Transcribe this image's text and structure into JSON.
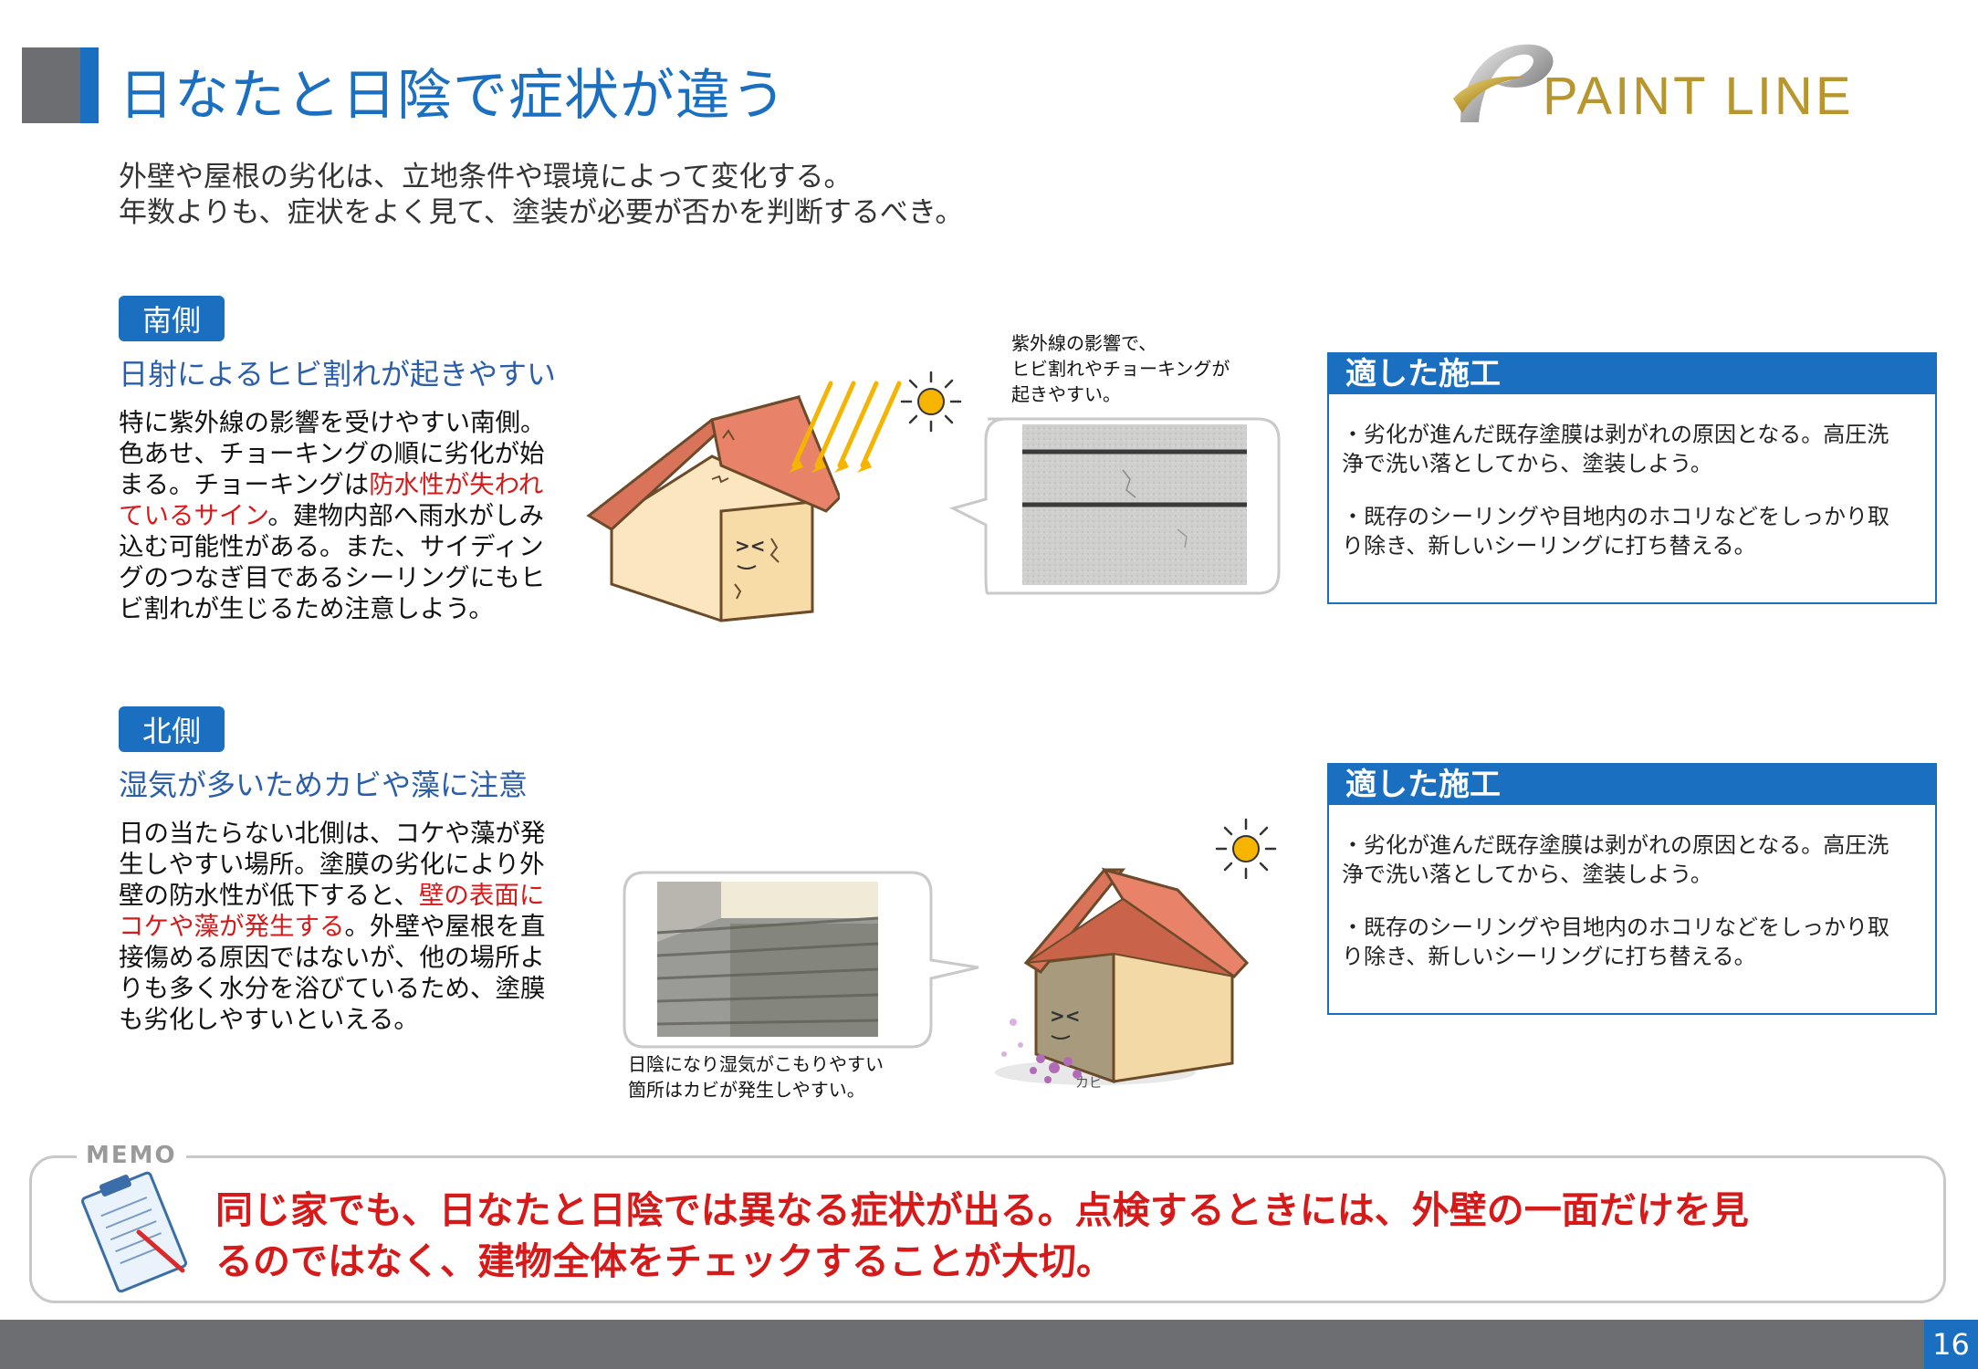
{
  "header": {
    "title": "日なたと日陰で症状が違う",
    "logo_text": "PAINT LINE",
    "brand_color": "#1a6fc0",
    "logo_color": "#b8962e"
  },
  "intro": {
    "line1": "外壁や屋根の劣化は、立地条件や環境によって変化する。",
    "line2": "年数よりも、症状をよく見て、塗装が必要が否かを判断するべき。"
  },
  "south": {
    "badge": "南側",
    "subhead": "日射によるヒビ割れが起きやすい",
    "text_a": "特に紫外線の影響を受けやすい南側。色あせ、チョーキングの順に劣化が始まる。チョーキングは",
    "text_red": "防水性が失われているサイン",
    "text_b": "。建物内部へ雨水がしみ込む可能性がある。また、サイディングのつなぎ目であるシーリングにもヒビ割れが生じるため注意しよう。",
    "caption_lines": [
      "紫外線の影響で、",
      "ヒビ割れやチョーキングが",
      "起きやすい。"
    ],
    "procedure": {
      "title": "適した施工",
      "items": [
        "・劣化が進んだ既存塗膜は剥がれの原因となる。高圧洗　浄で洗い落としてから、塗装しよう。",
        "・既存のシーリングや目地内のホコリなどをしっかり取　り除き、新しいシーリングに打ち替える。"
      ]
    }
  },
  "north": {
    "badge": "北側",
    "subhead": "湿気が多いためカビや藻に注意",
    "text_a": "日の当たらない北側は、コケや藻が発生しやすい場所。塗膜の劣化により外壁の防水性が低下すると、",
    "text_red": "壁の表面にコケや藻が発生する",
    "text_b": "。外壁や屋根を直接傷める原因ではないが、他の場所よりも多く水分を浴びているため、塗膜も劣化しやすいといえる。",
    "caption_lines": [
      "日陰になり湿気がこもりやすい",
      "箇所はカビが発生しやすい。"
    ],
    "mold_label": "カビ",
    "procedure": {
      "title": "適した施工",
      "items": [
        "・劣化が進んだ既存塗膜は剥がれの原因となる。高圧洗　浄で洗い落としてから、塗装しよう。",
        "・既存のシーリングや目地内のホコリなどをしっかり取　り除き、新しいシーリングに打ち替える。"
      ]
    }
  },
  "memo": {
    "label": "MEMO",
    "line1": "同じ家でも、日なたと日陰では異なる症状が出る。点検するときには、外壁の一面だけを見",
    "line2": "るのではなく、建物全体をチェックすることが大切。"
  },
  "footer": {
    "page_number": "16"
  }
}
